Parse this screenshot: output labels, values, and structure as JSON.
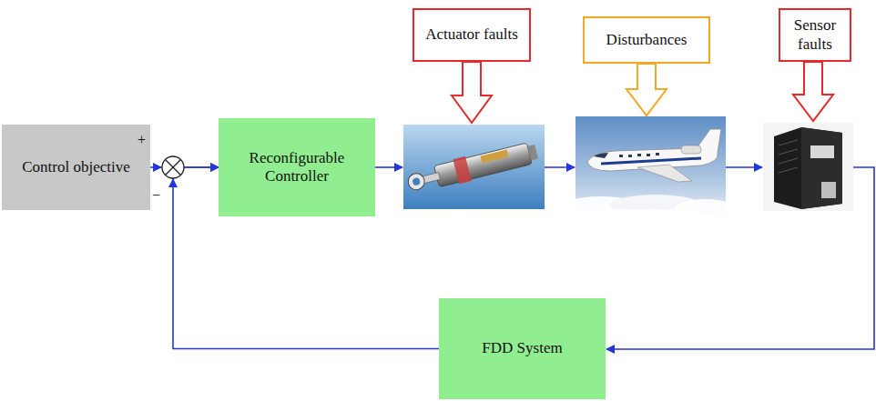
{
  "diagram": {
    "nodes": [
      {
        "text": [
          "Actuator faults"
        ]
      },
      {
        "text": [
          "Disturbances"
        ]
      },
      {
        "text": [
          "Sensor faults"
        ]
      },
      {
        "text": [
          "Control objective"
        ]
      },
      {
        "text": [
          "Reconfigurable Controller"
        ]
      },
      {
        "text": [
          "FDD System"
        ]
      }
    ],
    "edges": [
      {
        "from": 3,
        "to": 4,
        "arrow": "to"
      },
      {
        "from": 5,
        "to": 4,
        "arrow": "to"
      }
    ],
    "labels": [
      "+",
      "−"
    ]
  }
}
